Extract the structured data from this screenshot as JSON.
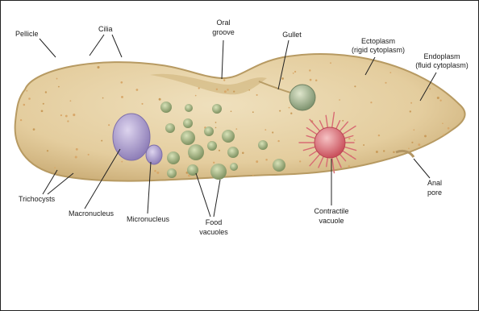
{
  "colors": {
    "cell_fill": "#e7d2a6",
    "cell_stroke": "#b79a62",
    "cilia": "#8a7a5a",
    "macronucleus": "#a99bc8",
    "micronucleus": "#9a8cc4",
    "food_vacuole": "#9fb07a",
    "contractile_vacuole": "#dc6f76",
    "gullet": "#8fa080",
    "line": "#222222"
  },
  "labels": {
    "pellicle": "Pellicle",
    "cilia": "Cilia",
    "oral_groove_1": "Oral",
    "oral_groove_2": "groove",
    "gullet": "Gullet",
    "ectoplasm_1": "Ectoplasm",
    "ectoplasm_2": "(rigid cytoplasm)",
    "endoplasm_1": "Endoplasm",
    "endoplasm_2": "(fluid cytoplasm)",
    "trichocysts": "Trichocysts",
    "macronucleus": "Macronucleus",
    "micronucleus": "Micronucleus",
    "food_vacuoles_1": "Food",
    "food_vacuoles_2": "vacuoles",
    "contractile_vacuole_1": "Contractile",
    "contractile_vacuole_2": "vacuole",
    "anal_pore_1": "Anal",
    "anal_pore_2": "pore"
  }
}
